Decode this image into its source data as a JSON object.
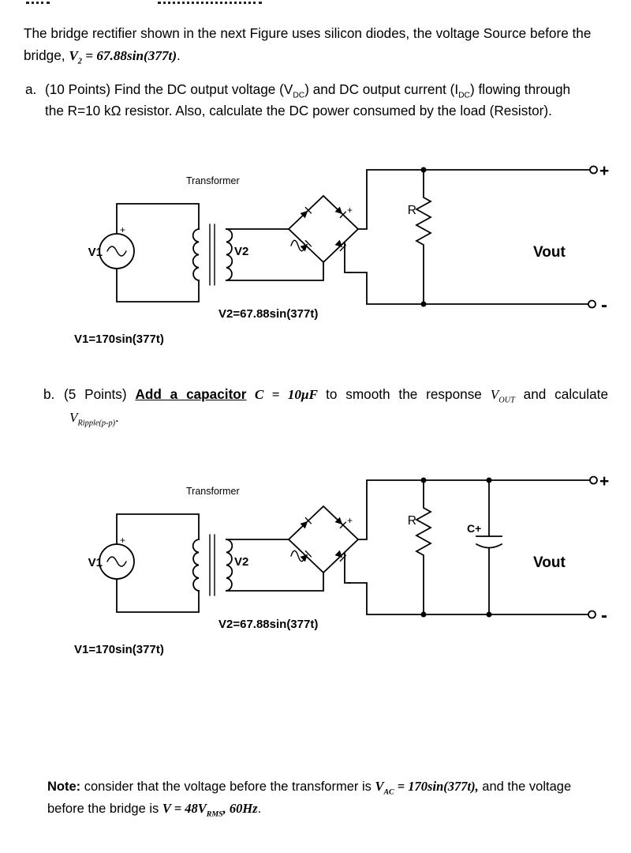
{
  "intro": {
    "line1": "The bridge rectifier shown in the next Figure uses silicon diodes, the voltage Source before the",
    "line2_pre": "bridge, ",
    "line2_var": "V",
    "line2_sub": "2",
    "line2_math": " = 67.88sin(377t)",
    "line2_end": "."
  },
  "part_a": {
    "marker": "a.",
    "seg1": "(10 Points) Find the DC output voltage (V",
    "sub1": "DC",
    "seg2": ") and DC output current (I",
    "sub2": "DC",
    "seg3": ") flowing through",
    "line2": "the R=10 kΩ resistor. Also, calculate the DC power consumed by the load (Resistor)."
  },
  "part_b": {
    "marker": "b.",
    "seg1": "(5 Points) ",
    "underlined": "Add a capacitor",
    "math1": " C = 10μF ",
    "seg2": " to smooth the response ",
    "var1": "V",
    "var1_sub": "OUT",
    "seg3": " and calculate",
    "line2_var": "V",
    "line2_sub": "Ripple(p-p)",
    "line2_end": "."
  },
  "circuit": {
    "transformer_label": "Transformer",
    "v1_label": "V1",
    "v2_label": "V2",
    "source_plus": "+",
    "bridge_plus": "+",
    "bridge_minus": "-",
    "r_label": "R",
    "vout_label": "Vout",
    "terminal_plus": "+",
    "terminal_minus": "-",
    "v2_equation": "V2=67.88sin(377t)",
    "v1_equation": "V1=170sin(377t)"
  },
  "circuit_b": {
    "cap_label": "C+"
  },
  "note": {
    "label": "Note:",
    "seg1": " consider that the voltage before the transformer is ",
    "var1": "V",
    "var1_sub": "AC",
    "math1": " = 170sin(377t),",
    "seg2": " and the voltage",
    "line2_pre": "before the bridge is ",
    "var2": "V",
    "math2": " = 48V",
    "var2_sub": "RMS",
    "math3": ", 60Hz",
    "line2_end": "."
  },
  "colors": {
    "label_blue": "#0000cc",
    "equation_red": "#ff0000"
  }
}
